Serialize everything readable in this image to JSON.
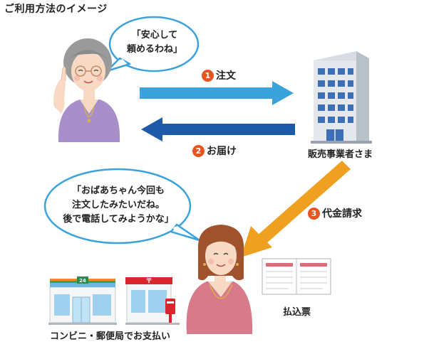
{
  "title": "ご利用方法のイメージ",
  "bubbles": {
    "grandma": {
      "line1": "「安心して",
      "line2": "頼めるわね」"
    },
    "woman": {
      "line1": "「おばあちゃん今回も",
      "line2": "注文したみたいだね。",
      "line3": "後で電話してみようかな」"
    }
  },
  "steps": [
    {
      "number": "1",
      "label": "注文",
      "color": "#e8541e"
    },
    {
      "number": "2",
      "label": "お届け",
      "color": "#e8541e"
    },
    {
      "number": "3",
      "label": "代金請求",
      "color": "#e8541e"
    }
  ],
  "labels": {
    "company": "販売事業者さま",
    "payment_slip": "払込票",
    "stores": "コンビニ・郵便局でお支払い",
    "convenience_sign": "24"
  },
  "colors": {
    "order_arrow": "#3aa3dc",
    "delivery_arrow": "#1e5aa8",
    "billing_arrow": "#f0a020",
    "bubble_border": "#3aa3dc"
  }
}
